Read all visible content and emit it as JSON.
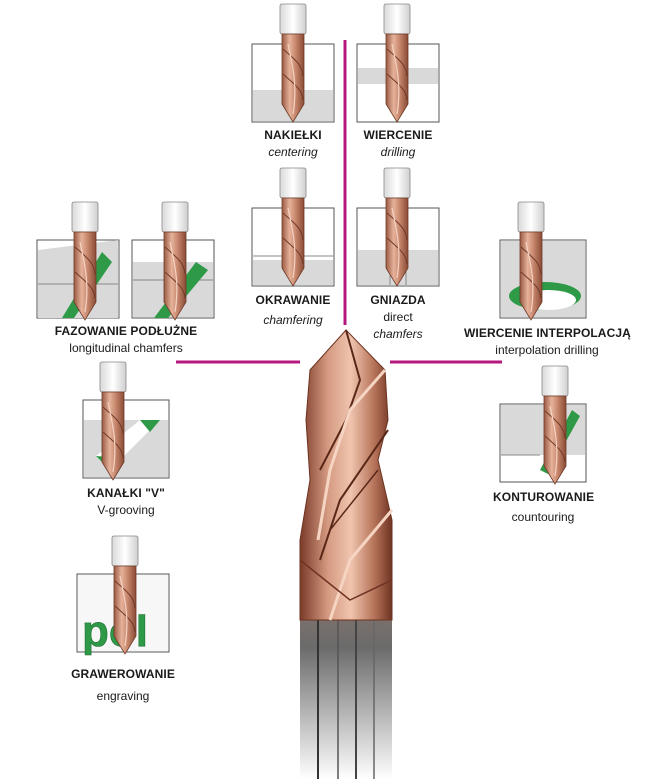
{
  "colors": {
    "accent": "#b5177f",
    "copper": "#c98a70",
    "copper_dark": "#8a4a35",
    "material": "#d9d9d9",
    "chamfer_green": "#2e9a47"
  },
  "operations": [
    {
      "id": "nakielki",
      "label_pl": "NAKIEŁKI",
      "label_en": "centering"
    },
    {
      "id": "wiercenie",
      "label_pl": "WIERCENIE",
      "label_en": "drilling"
    },
    {
      "id": "okrawanie",
      "label_pl": "OKRAWANIE",
      "label_en": "chamfering"
    },
    {
      "id": "gniazda",
      "label_pl": "GNIAZDA",
      "label_en": "direct",
      "label_en2": "chamfers"
    },
    {
      "id": "fazowanie",
      "label_pl": "FAZOWANIE PODŁUŻNE",
      "label_en": "longitudinal chamfers"
    },
    {
      "id": "interpolacja",
      "label_pl": "WIERCENIE INTERPOLACJĄ",
      "label_en": "interpolation drilling"
    },
    {
      "id": "kanalki",
      "label_pl": "KANAŁKI \"V\"",
      "label_en": "V-grooving"
    },
    {
      "id": "konturowanie",
      "label_pl": "KONTUROWANIE",
      "label_en": "countouring"
    },
    {
      "id": "grawerowanie",
      "label_pl": "GRAWEROWANIE",
      "label_en": "engraving"
    }
  ],
  "engraving_text": "pol"
}
